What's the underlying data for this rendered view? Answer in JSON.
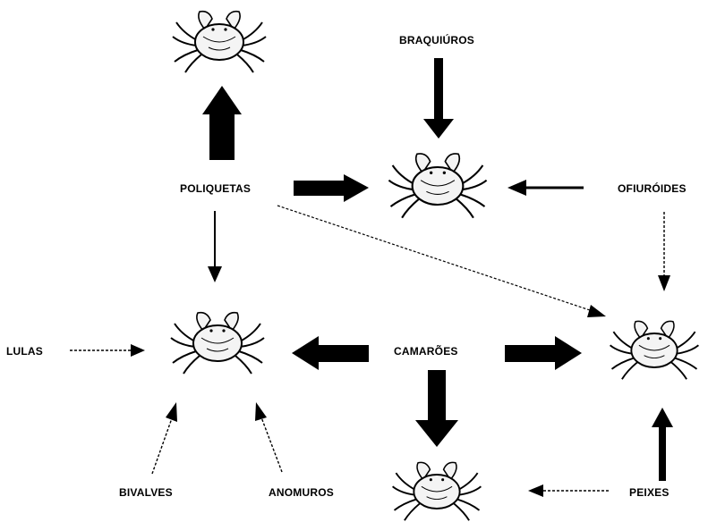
{
  "labels": {
    "braquiuros": "BRAQUIÚROS",
    "poliquetas": "POLIQUETAS",
    "ofiuroides": "OFIURÓIDES",
    "lulas": "LULAS",
    "camaroes": "CAMARÕES",
    "bivalves": "BIVALVES",
    "anomuros": "ANOMUROS",
    "peixes": "PEIXES"
  },
  "colors": {
    "ink": "#000000",
    "shell": "#f4f4f4"
  },
  "icons": [
    "crab-icon"
  ]
}
